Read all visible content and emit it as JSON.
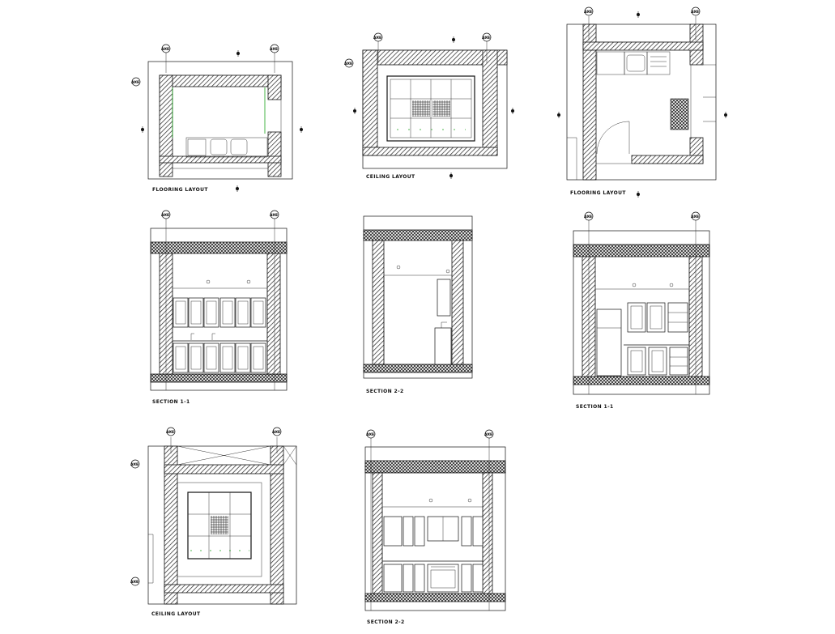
{
  "sheet": {
    "title": "Kitchen Interior Layout Drawing Sheet",
    "axis_tag": "AXE",
    "level_marks": [
      "0",
      "0",
      "0"
    ]
  },
  "drawings": [
    {
      "id": "flooring-1",
      "caption": "FLOORING LAYOUT"
    },
    {
      "id": "ceiling-1",
      "caption": "CEILING LAYOUT"
    },
    {
      "id": "flooring-2",
      "caption": "FLOORING LAYOUT"
    },
    {
      "id": "section-1a",
      "caption": "SECTION 1-1"
    },
    {
      "id": "section-2a",
      "caption": "SECTION 2-2"
    },
    {
      "id": "section-1b",
      "caption": "SECTION 1-1"
    },
    {
      "id": "ceiling-2",
      "caption": "CEILING LAYOUT"
    },
    {
      "id": "section-2b",
      "caption": "SECTION 2-2"
    }
  ],
  "colors": {
    "line": "#111111",
    "accent_green": "#1aa31a",
    "background": "#ffffff"
  }
}
